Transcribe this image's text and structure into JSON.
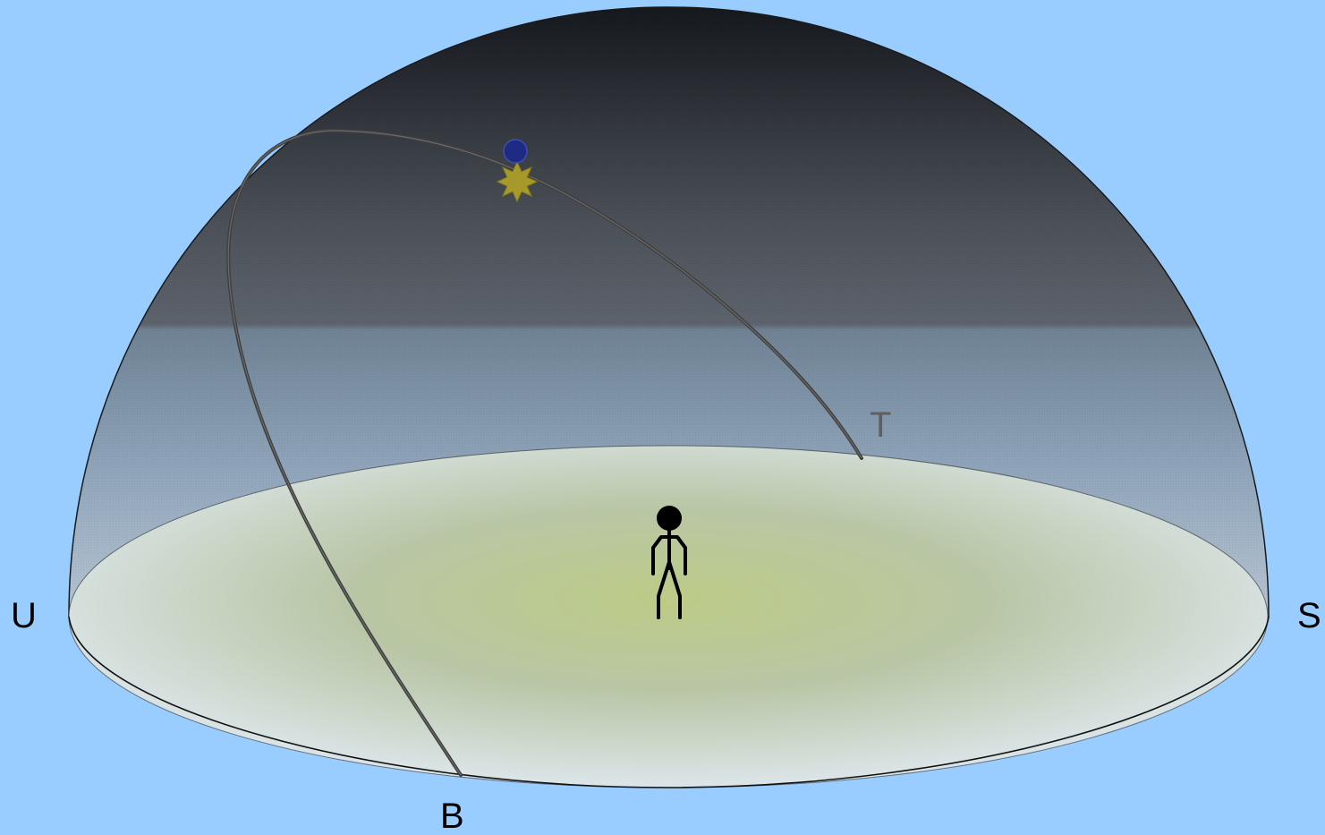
{
  "labels": {
    "west": "U",
    "east": "S",
    "south": "B",
    "north": "T"
  },
  "icons": {
    "moon": "moon-icon",
    "sun": "sun-icon",
    "observer": "stick-figure-icon"
  },
  "colors": {
    "background": "#99ccff",
    "dome_top": "#15181d",
    "dome_mid": "#5a606a",
    "dome_low": "#8fa2b8",
    "ground_center": "#b9c98a",
    "ground_edge": "#dfe8f2",
    "sun": "#a89a2a",
    "moon": "#1f2b82",
    "path": "#444444"
  }
}
